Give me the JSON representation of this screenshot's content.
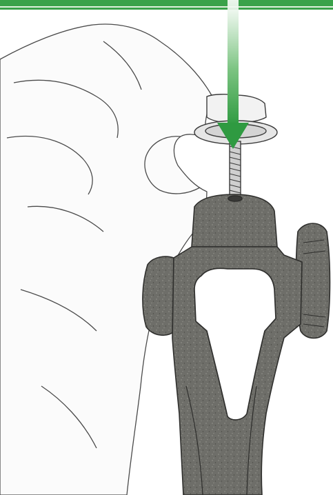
{
  "figure": {
    "subject": "hand-threading-screw-into-mount-clamp",
    "style": "pencil-sketch-grayscale",
    "colors": {
      "accent": "#3aa24a",
      "accent_light": "#dff0dd",
      "sketch_line": "#3a3a3a",
      "part_fill": "#6b6b66",
      "part_dark": "#4e4e4a",
      "paper": "#ffffff"
    },
    "arrow": {
      "direction": "down",
      "icon": "down-arrow-icon"
    }
  }
}
